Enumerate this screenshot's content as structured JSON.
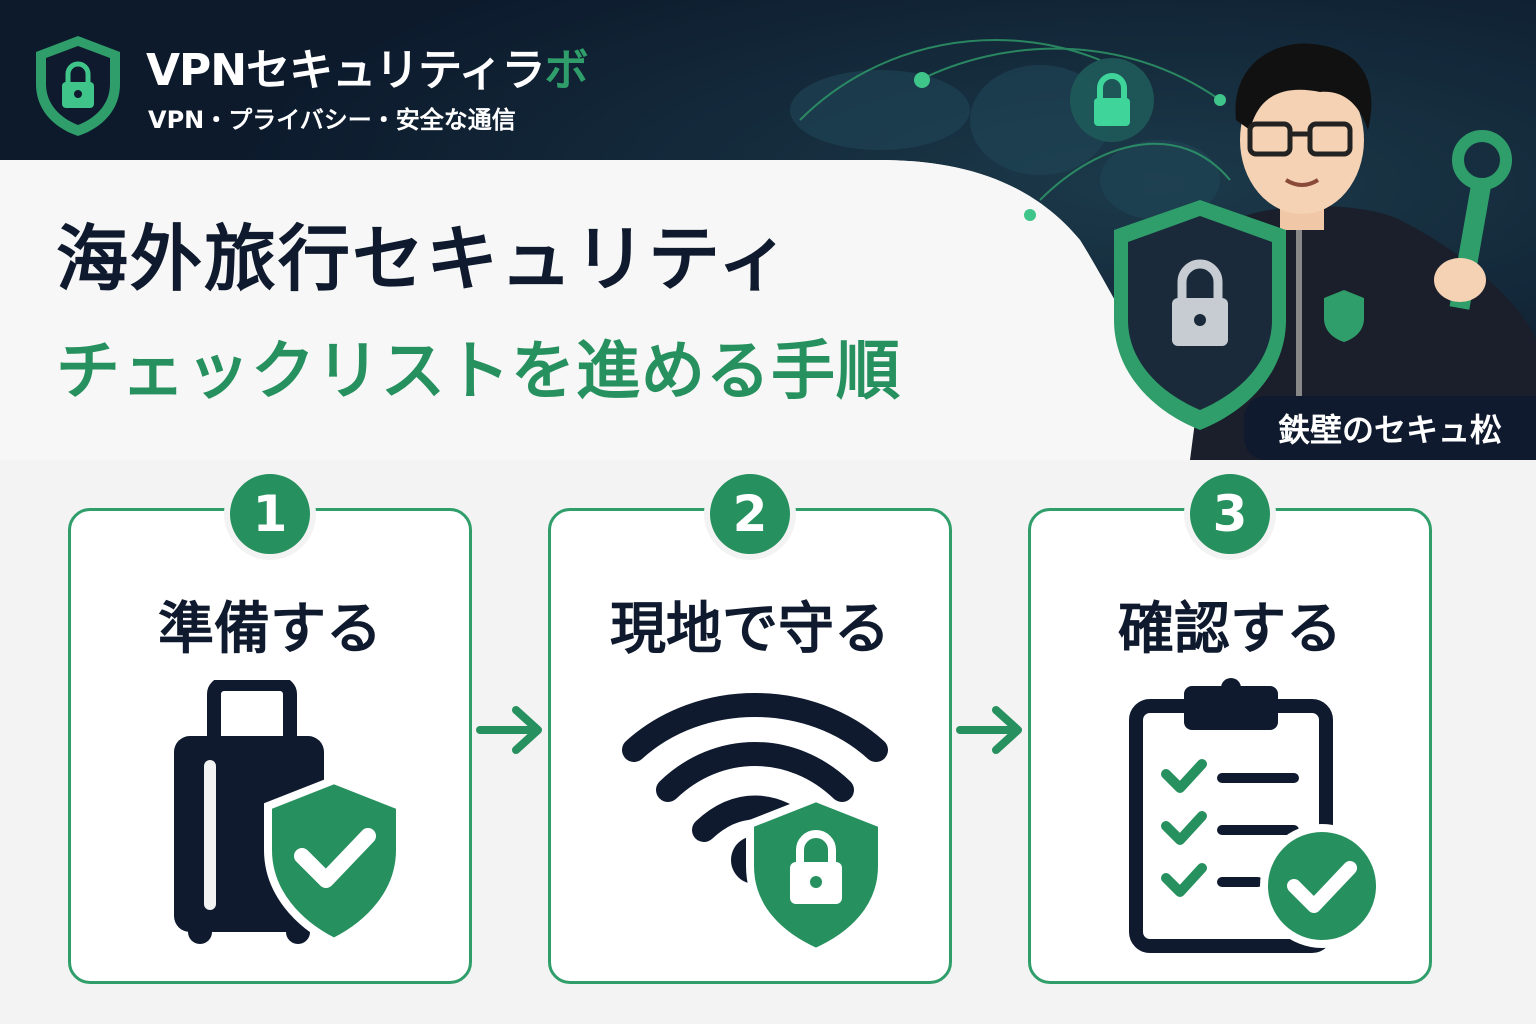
{
  "brand": {
    "name_main": "VPNセキュリティラ",
    "name_accent": "ボ",
    "tagline": "VPN・プライバシー・安全な通信",
    "logo_icon": "lock-shield-icon"
  },
  "headline": {
    "line1": "海外旅行セキュリティ",
    "line2": "チェックリストを進める手順"
  },
  "mascot": {
    "label": "鉄壁のセキュ松",
    "holding_icons": [
      "lock-shield-icon",
      "key-icon"
    ]
  },
  "steps": [
    {
      "number": "1",
      "title": "準備する",
      "icon": "suitcase-shield-check-icon"
    },
    {
      "number": "2",
      "title": "現地で守る",
      "icon": "wifi-lock-shield-icon"
    },
    {
      "number": "3",
      "title": "確認する",
      "icon": "clipboard-checklist-icon"
    }
  ],
  "colors": {
    "navy": "#0f1a2e",
    "green": "#27905f",
    "green_light": "#2f9e6a",
    "background": "#f2f3f2"
  }
}
